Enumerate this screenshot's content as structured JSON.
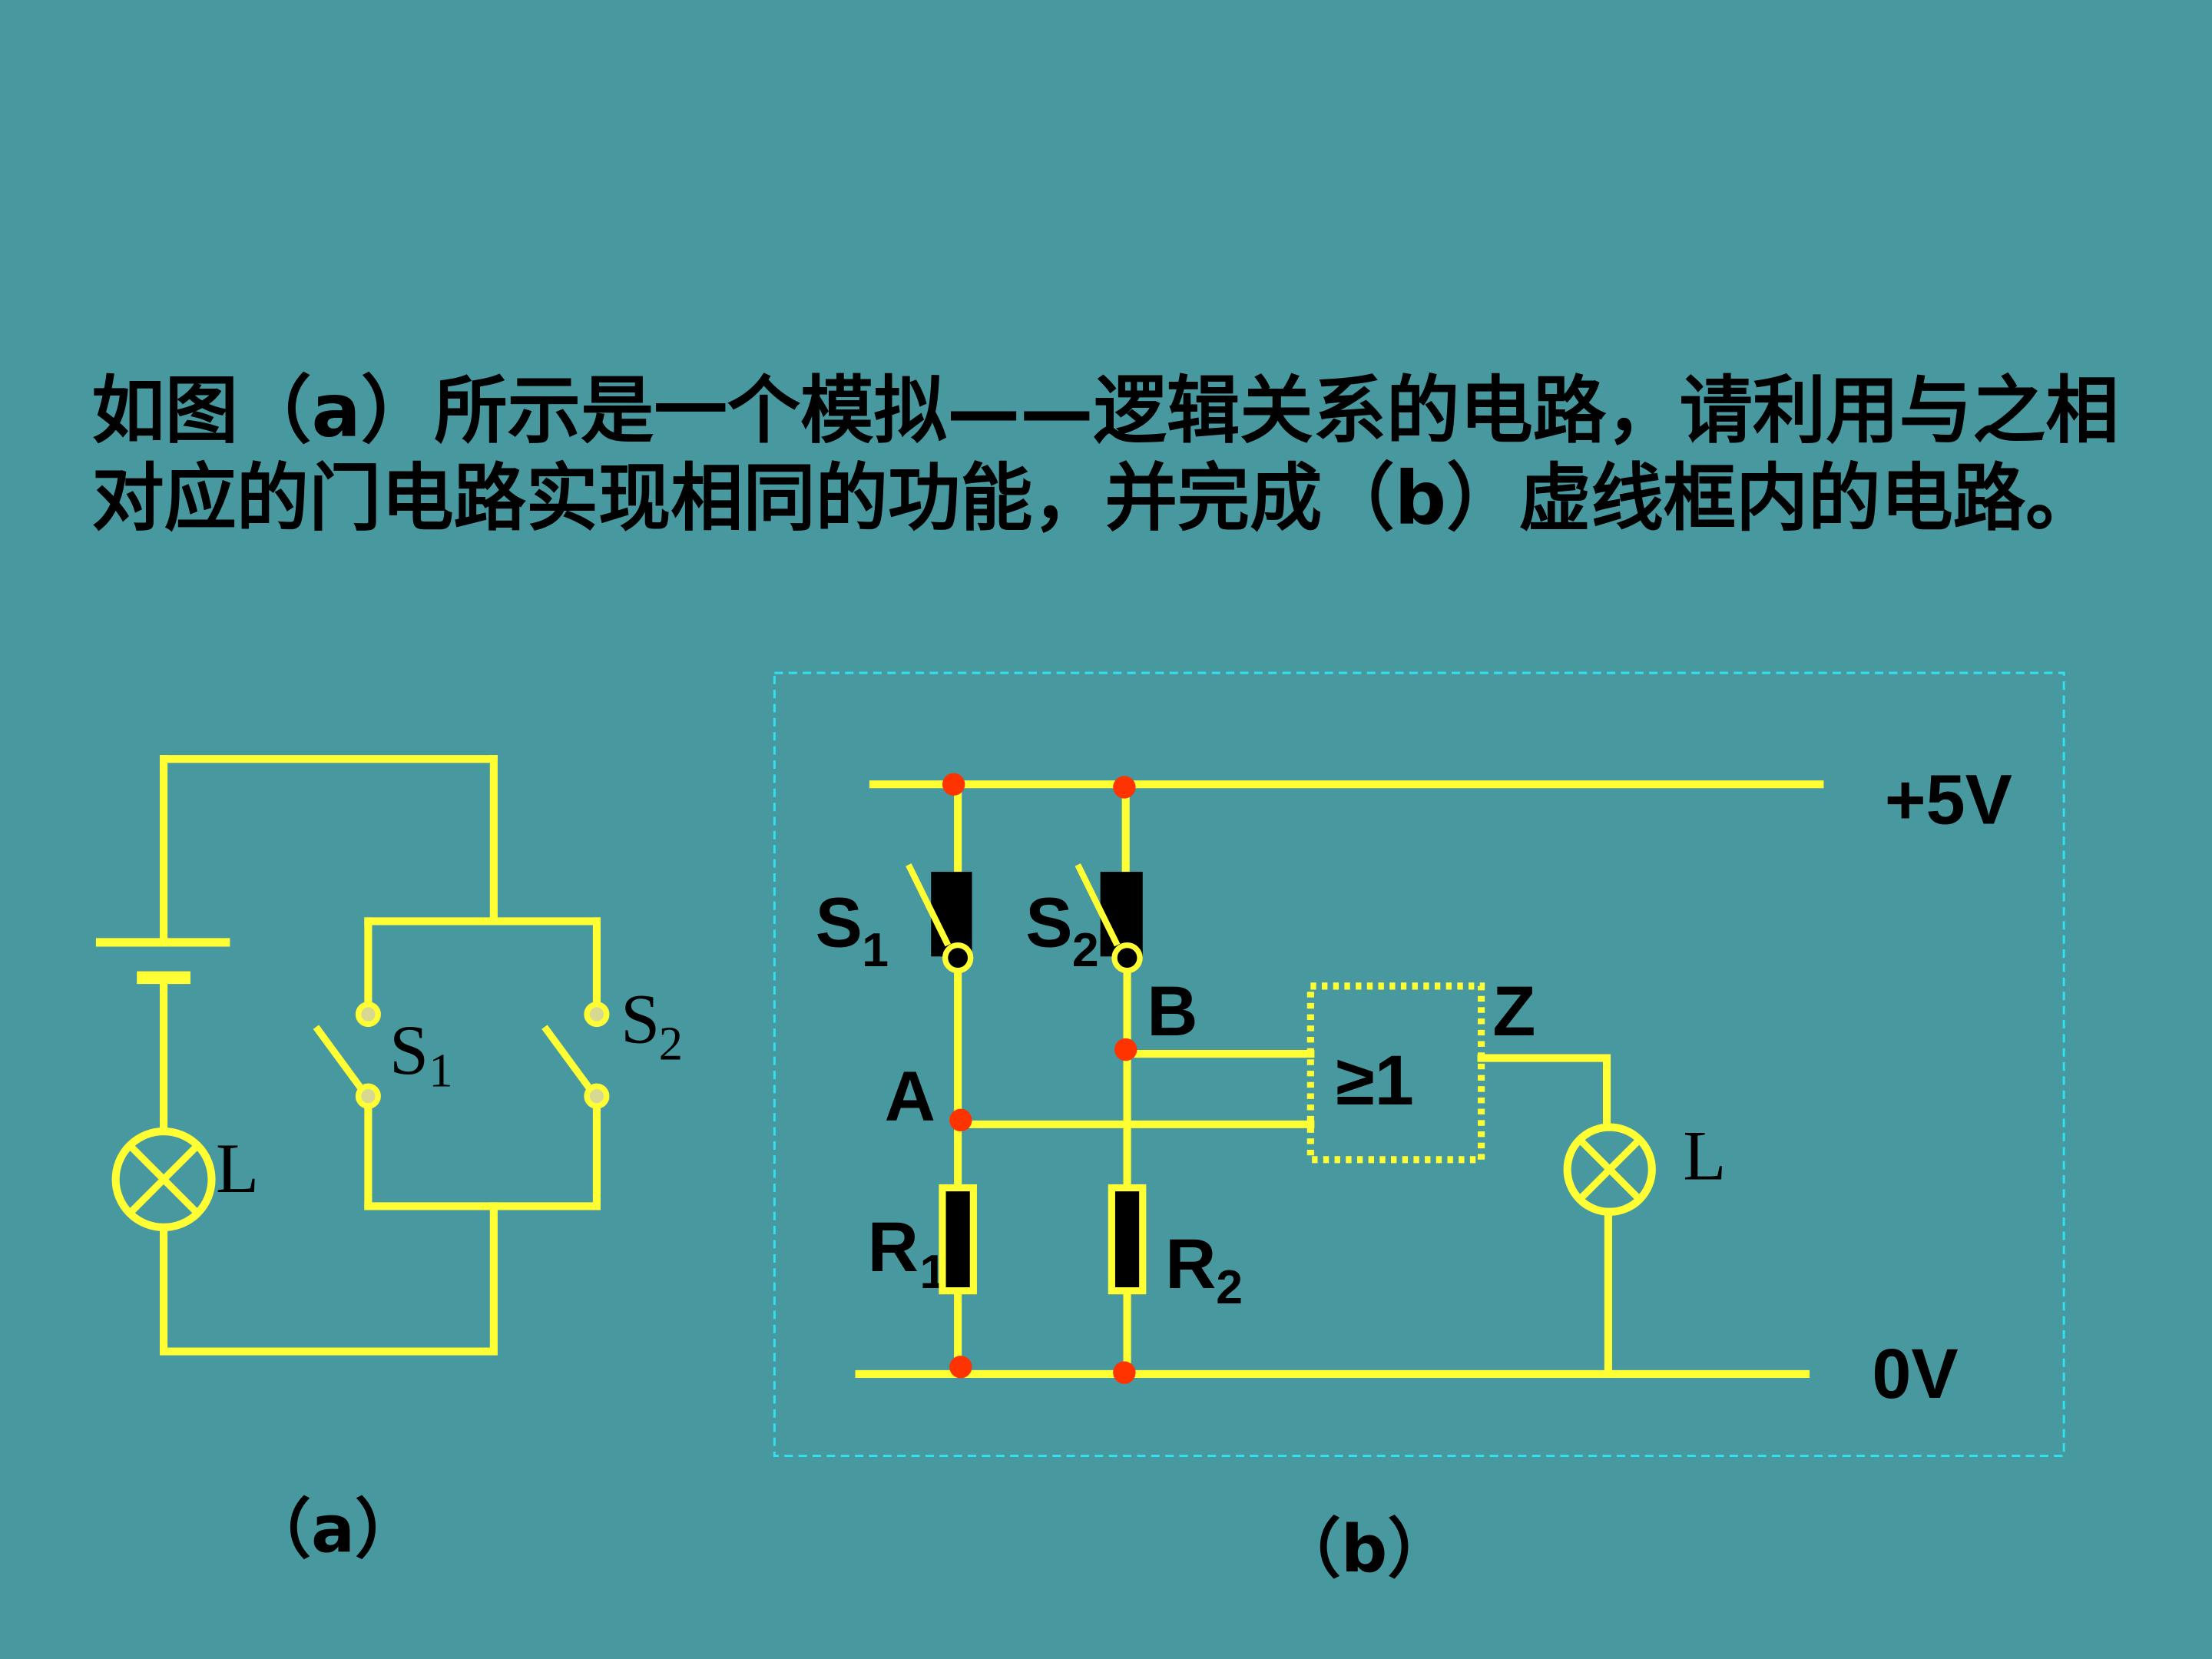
{
  "question": {
    "line1": "如图（a）所示是一个模拟——逻辑关系的电路，请利用与之相",
    "line2": "对应的门电路实现相同的功能，并完成（b）虚线框内的电路。"
  },
  "figure_a": {
    "caption": "（a）",
    "switch1": {
      "main": "S",
      "sub": "1"
    },
    "switch2": {
      "main": "S",
      "sub": "2"
    },
    "lamp": "L"
  },
  "figure_b": {
    "caption": "（b）",
    "rail_positive": "+5V",
    "rail_ground": "0V",
    "switch1": {
      "main": "S",
      "sub": "1"
    },
    "switch2": {
      "main": "S",
      "sub": "2"
    },
    "node_a": "A",
    "node_b": "B",
    "output_z": "Z",
    "gate_symbol": "≥1",
    "resistor1": {
      "main": "R",
      "sub": "1"
    },
    "resistor2": {
      "main": "R",
      "sub": "2"
    },
    "lamp": "L"
  },
  "icons": [
    "battery-icon",
    "lamp-icon",
    "switch-icon",
    "resistor-icon",
    "junction-dot-icon",
    "gate-box-icon"
  ],
  "colors": {
    "background": "#4898a0",
    "wire": "#ffff33",
    "junction": "#ff3300",
    "frame": "#33e0f0",
    "text": "#000000"
  }
}
